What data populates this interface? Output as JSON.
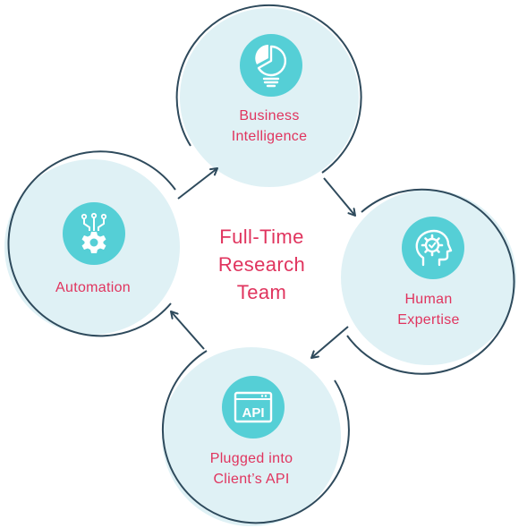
{
  "center": {
    "lines": [
      "Full-Time",
      "Research",
      "Team"
    ]
  },
  "nodes": {
    "business": {
      "lines": [
        "Business",
        "Intelligence"
      ],
      "icon": "pie-chart-lightbulb-icon"
    },
    "human": {
      "lines": [
        "Human",
        "Expertise"
      ],
      "icon": "head-gear-icon"
    },
    "api": {
      "lines": [
        "Plugged into",
        "Client’s API"
      ],
      "icon": "api-window-icon",
      "icon_text": "API"
    },
    "automation": {
      "lines": [
        "Automation"
      ],
      "icon": "gear-circuit-icon"
    }
  },
  "colors": {
    "circle_fill": "#dff1f5",
    "ring_stroke": "#2e4a5c",
    "badge_fill": "#55cfd6",
    "text_accent": "#e0345e",
    "icon_fg": "#ffffff"
  }
}
